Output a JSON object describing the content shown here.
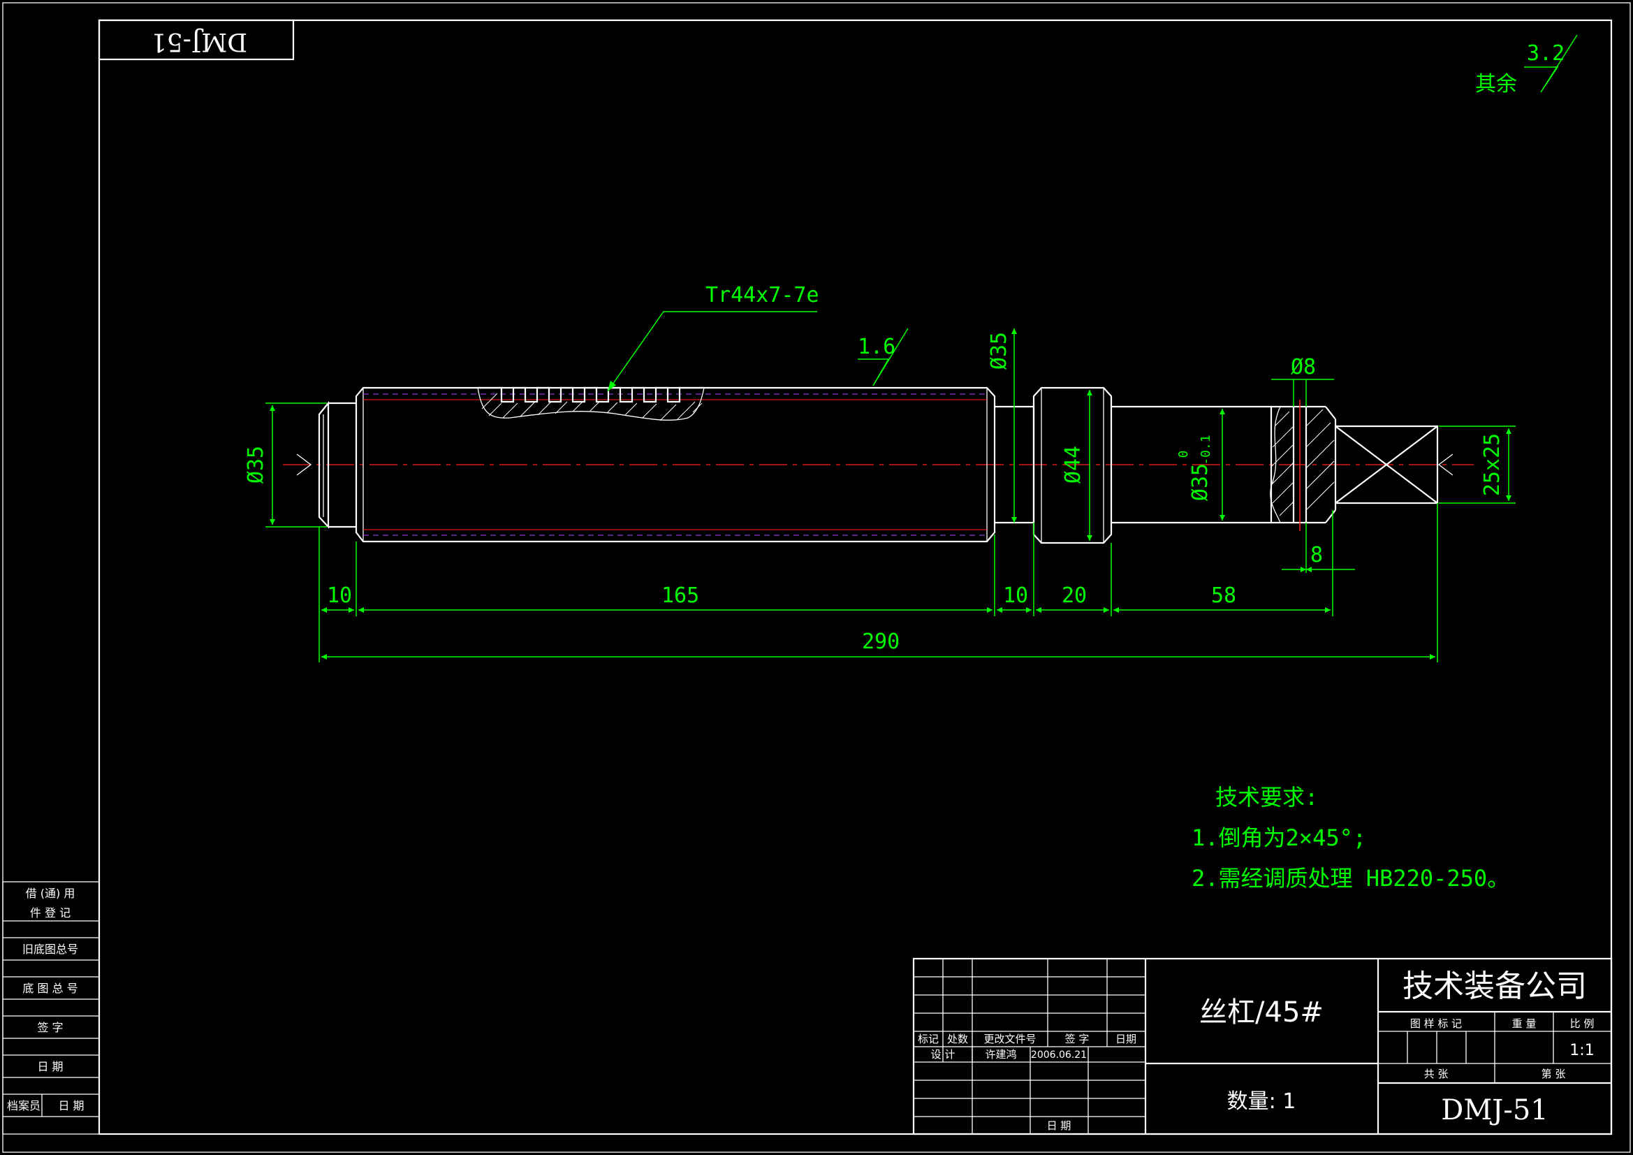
{
  "drawing_code": "DMJ-51",
  "surface_finish": {
    "default_label": "其余",
    "default_value": "3.2",
    "local_value": "1.6"
  },
  "thread_callout": "Tr44x7-7e",
  "diameters": {
    "left_end": "Ø35",
    "relief": "Ø35",
    "collar": "Ø44",
    "right_shaft": "Ø35",
    "right_shaft_tol_upper": "0",
    "right_shaft_tol_lower": "-0.1",
    "pin_hole": "Ø8",
    "square_end": "25x25"
  },
  "dimensions": {
    "d_left": "10",
    "d_thread": "165",
    "d_relief": "10",
    "d_collar": "20",
    "d_shaft": "58",
    "d_total": "290",
    "d_pin": "8"
  },
  "tech_requirements": {
    "title": "技术要求:",
    "items": [
      "1.倒角为2×45°;",
      "2.需经调质处理 HB220-250。"
    ]
  },
  "title_block": {
    "part_name": "丝杠/45#",
    "company": "技术装备公司",
    "quantity": "数量: 1",
    "scale": "1:1",
    "drawing_number": "DMJ-51",
    "headers": {
      "mark": "标记",
      "count": "处数",
      "change_doc": "更改文件号",
      "signature": "签 字",
      "date": "日期",
      "design": "设 计",
      "designer": "许建鸿",
      "design_date": "2006.06.21",
      "date2": "日 期",
      "drawing_mark": "图 样 标 记",
      "weight": "重 量",
      "scale_label": "比 例",
      "total_sheets": "共   张",
      "sheet_no": "第   张"
    }
  },
  "side_panel": {
    "borrow_1": "借 (通) 用",
    "borrow_2": "件 登 记",
    "old_base": "旧底图总号",
    "base_total": "底 图 总 号",
    "sign": "签 字",
    "date": "日 期",
    "archivist": "档案员",
    "date2": "日 期"
  }
}
